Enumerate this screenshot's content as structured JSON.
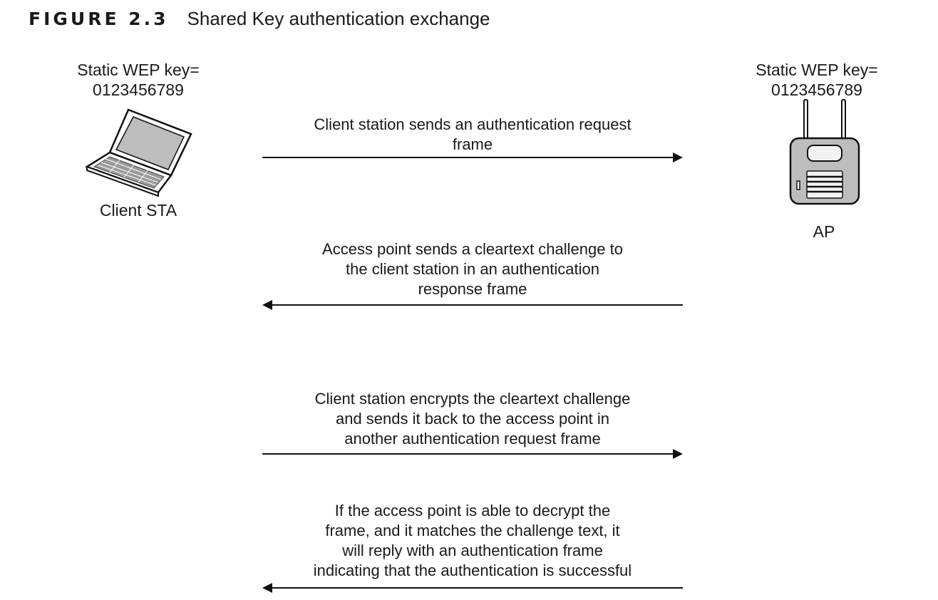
{
  "figure": {
    "label": "FIGURE 2.3",
    "caption": "Shared Key authentication exchange"
  },
  "client": {
    "key_label": "Static WEP key=\n0123456789",
    "name": "Client STA",
    "icon": "laptop-icon"
  },
  "ap": {
    "key_label": "Static WEP key=\n0123456789",
    "name": "AP",
    "icon": "access-point-icon"
  },
  "messages": [
    {
      "direction": "right",
      "text": "Client station sends an authentication request\nframe"
    },
    {
      "direction": "left",
      "text": "Access point sends a cleartext challenge to\nthe client station in an authentication\nresponse frame"
    },
    {
      "direction": "right",
      "text": "Client station encrypts the cleartext challenge\nand sends it back to the access point in\nanother authentication request frame"
    },
    {
      "direction": "left",
      "text": "If the access point is able to decrypt the\nframe, and it matches the challenge text, it\nwill reply with an authentication frame\nindicating that the authentication is successful"
    }
  ]
}
